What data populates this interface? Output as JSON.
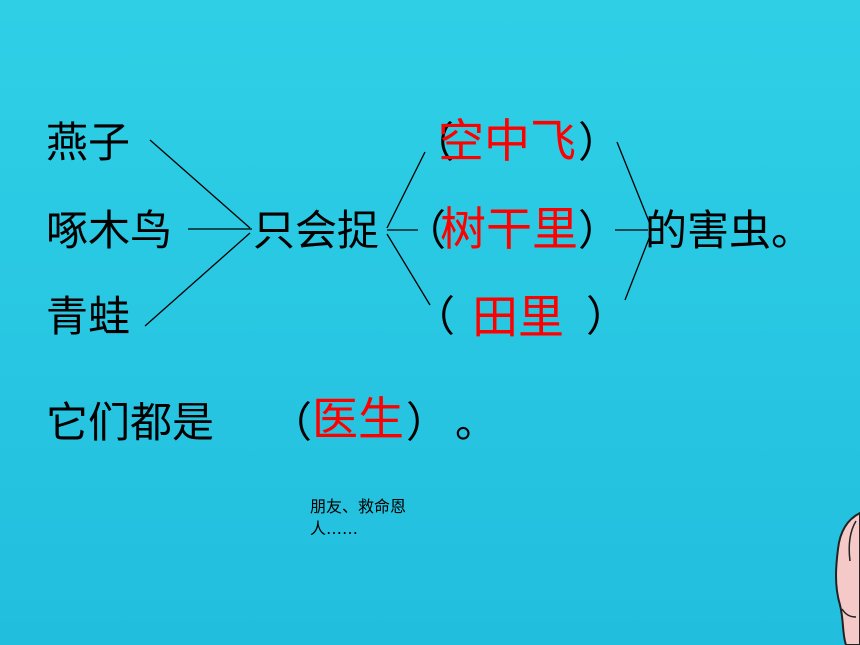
{
  "subjects": [
    "燕子",
    "啄木鸟",
    "青蛙"
  ],
  "verb": "只会捉",
  "paren_open": "（",
  "paren_close": "）",
  "answers": [
    "空中飞",
    "树干里",
    "田里"
  ],
  "tail": "的害虫。",
  "conclusion": {
    "prefix": "它们都是",
    "answer": "医生",
    "suffix": "。"
  },
  "note": "朋友、救命恩人……",
  "colors": {
    "background": "#2fd0e6",
    "answer_text": "#ff0000",
    "body_text": "#000000"
  }
}
